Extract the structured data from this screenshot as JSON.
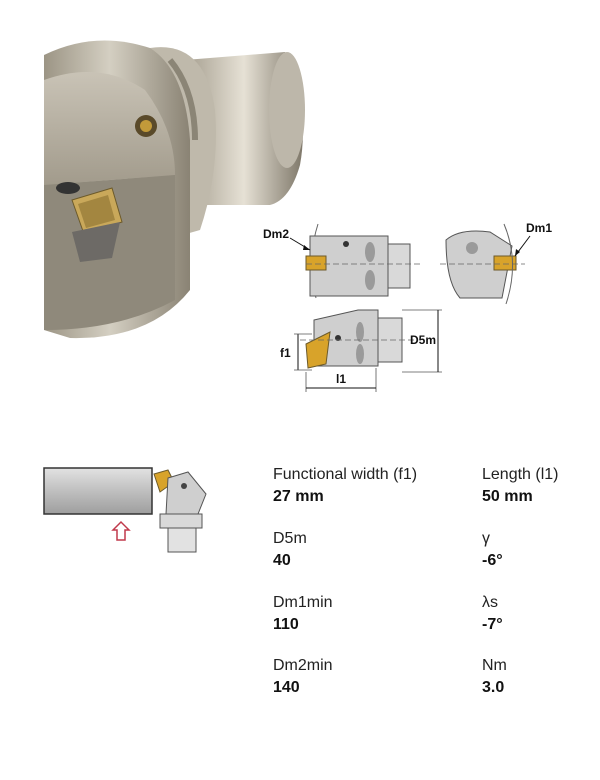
{
  "diagram": {
    "labels": {
      "dm2": "Dm2",
      "dm1": "Dm1",
      "d5m": "D5m",
      "f1": "f1",
      "l1": "l1"
    }
  },
  "specs": [
    {
      "label": "Functional width (f1)",
      "value": "27 mm"
    },
    {
      "label": "Length (l1)",
      "value": "50 mm"
    },
    {
      "label": "D5m",
      "value": "40"
    },
    {
      "label": "γ",
      "value": "-6°"
    },
    {
      "label": "Dm1min",
      "value": "110"
    },
    {
      "label": "λs",
      "value": "-7°"
    },
    {
      "label": "Dm2min",
      "value": "140"
    },
    {
      "label": "Nm",
      "value": "3.0"
    }
  ],
  "colors": {
    "insert_gold": "#d8a32a",
    "direction_arrow": "#c0394b",
    "body_gray": "#b9b9b9"
  }
}
